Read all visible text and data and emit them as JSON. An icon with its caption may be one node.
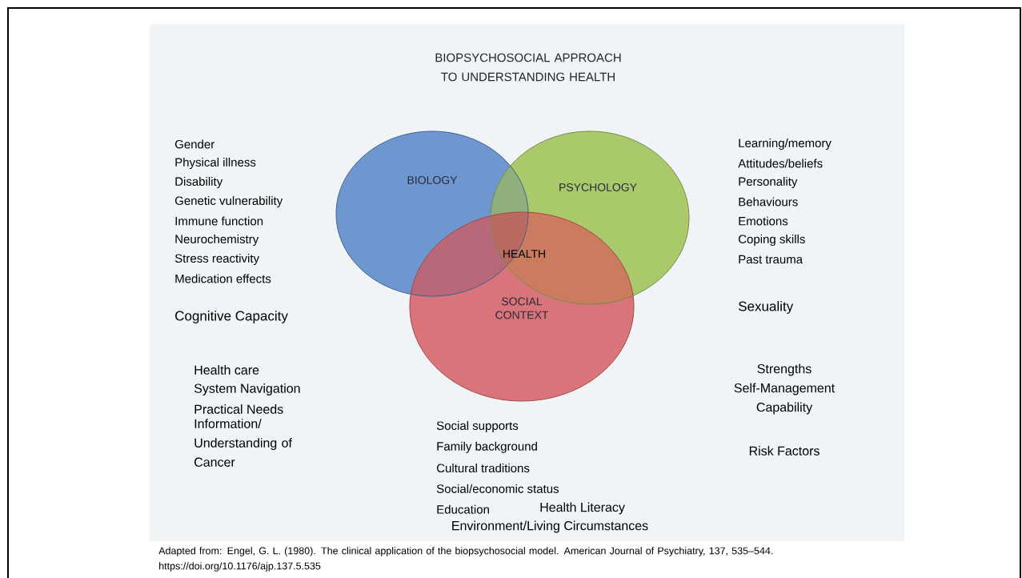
{
  "diagram": {
    "title": "BIOPSYCHOSOCIAL APPROACH TO UNDERSTANDING HEALTH",
    "caption": "Adapted from: Engel, G. L. (1980). The clinical application of the biopsychosocial model. American Journal of Psychiatry, 137, 535–544. https://doi.org/10.1176/ajp.137.5.535",
    "nodes": [
      {
        "text": [
          "BIOLOGY"
        ]
      },
      {
        "text": [
          "PSYCHOLOGY"
        ]
      },
      {
        "text": [
          "SOCIAL CONTEXT"
        ]
      }
    ],
    "labels": [
      "Gender",
      "Physical illness",
      "Disability",
      "Genetic vulnerability",
      "Immune function",
      "Neurochemistry",
      "Stress reactivity",
      "Medication effects",
      "Cognitive Capacity",
      "Health care",
      "System Navigation",
      "Practical Needs",
      "Information/ Understanding of Cancer",
      "Learning/memory",
      "Attitudes/beliefs",
      "Personality",
      "Behaviours",
      "Emotions",
      "Coping skills",
      "Past trauma",
      "Sexuality",
      "Strengths",
      "Self-Management",
      "Capability",
      "Risk Factors",
      "HEALTH",
      "Social supports",
      "Family background",
      "Cultural traditions",
      "Social/economic status",
      "Education",
      "Health Literacy",
      "Environment/Living Circumstances"
    ]
  }
}
